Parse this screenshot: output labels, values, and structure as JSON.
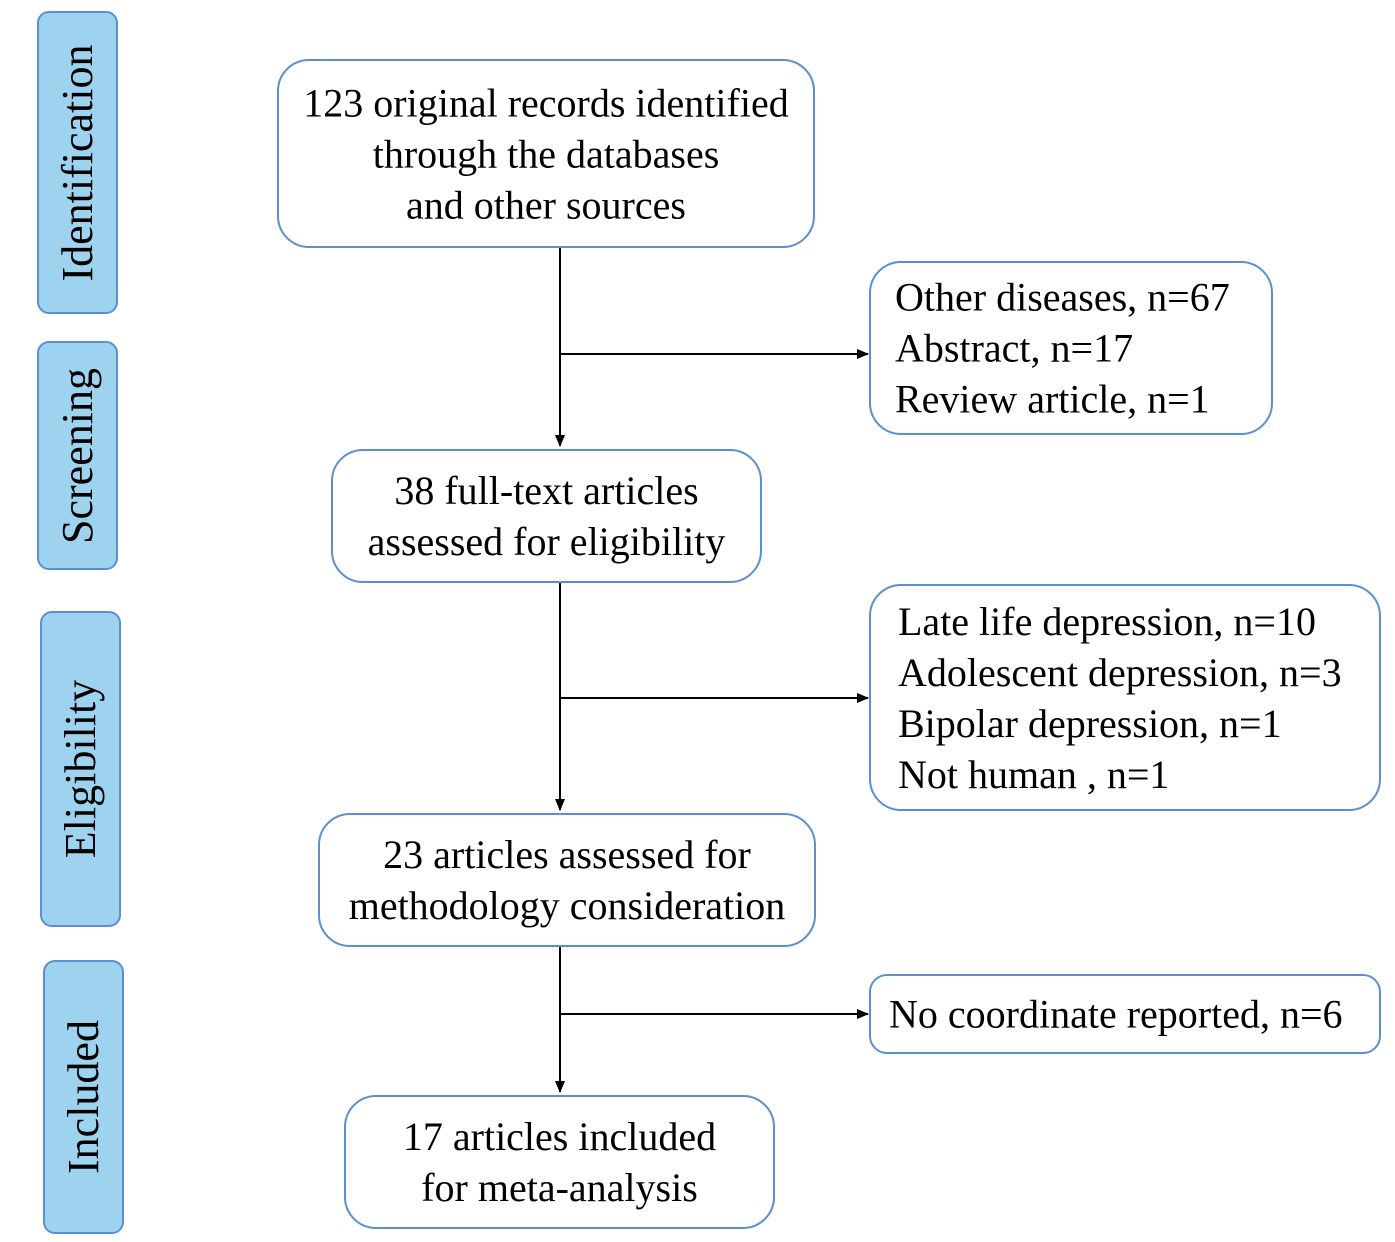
{
  "stages": [
    {
      "id": "identification",
      "label": "Identification"
    },
    {
      "id": "screening",
      "label": "Screening"
    },
    {
      "id": "eligibility",
      "label": "Eligibility"
    },
    {
      "id": "included",
      "label": "Included"
    }
  ],
  "main_boxes": [
    {
      "id": "identified",
      "lines": [
        "123 original records identified",
        "through the databases",
        "and other sources"
      ]
    },
    {
      "id": "fulltext",
      "lines": [
        "38 full-text articles",
        "assessed for eligibility"
      ]
    },
    {
      "id": "methodology",
      "lines": [
        "23 articles assessed for",
        "methodology consideration"
      ]
    },
    {
      "id": "included",
      "lines": [
        "17 articles included",
        "for meta-analysis"
      ]
    }
  ],
  "exclusion_boxes": [
    {
      "id": "excluded-screening",
      "lines": [
        "Other diseases, n=67",
        "Abstract, n=17",
        "Review article, n=1"
      ]
    },
    {
      "id": "excluded-eligibility",
      "lines": [
        "Late life depression, n=10",
        "Adolescent depression, n=3",
        "Bipolar depression, n=1",
        "Not human , n=1"
      ]
    },
    {
      "id": "excluded-methodology",
      "lines": [
        "No coordinate reported, n=6"
      ]
    }
  ],
  "colors": {
    "stage_fill": "#9ed3f0",
    "box_border": "#5b8fcf",
    "arrow": "#000000"
  }
}
